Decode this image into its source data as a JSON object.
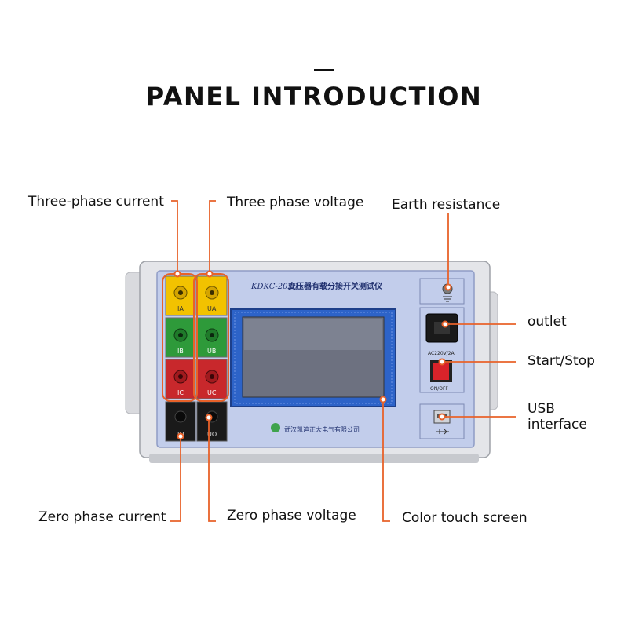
{
  "title": "PANEL INTRODUCTION",
  "callouts": {
    "three_phase_current": "Three-phase current",
    "three_phase_voltage": "Three phase voltage",
    "earth_resistance": "Earth resistance",
    "outlet": "outlet",
    "start_stop": "Start/Stop",
    "usb_interface": "USB interface",
    "zero_phase_current": "Zero phase current",
    "zero_phase_voltage": "Zero phase voltage",
    "color_touch_screen": "Color touch screen"
  },
  "device": {
    "model": "KDKC-2020",
    "name": "变压器有载分接开关测试仪",
    "manufacturer": "武汉凯迪正大电气有限公司",
    "power_rating": "AC220V/2A",
    "power_switch_label": "ON/OFF"
  },
  "terminals": {
    "current": [
      {
        "label": "IA",
        "color": "#f2c200"
      },
      {
        "label": "IB",
        "color": "#2e9a3a"
      },
      {
        "label": "IC",
        "color": "#c8282c"
      }
    ],
    "voltage": [
      {
        "label": "UA",
        "color": "#f2c200"
      },
      {
        "label": "UB",
        "color": "#2e9a3a"
      },
      {
        "label": "UC",
        "color": "#c8282c"
      }
    ],
    "zero": [
      {
        "label": "IO",
        "color": "#1a1a1a"
      },
      {
        "label": "UO",
        "color": "#1a1a1a"
      }
    ]
  },
  "colors": {
    "accent": "#e8622a",
    "panel_blue": "#b9c6e6",
    "screen_border": "#2d63c8"
  }
}
